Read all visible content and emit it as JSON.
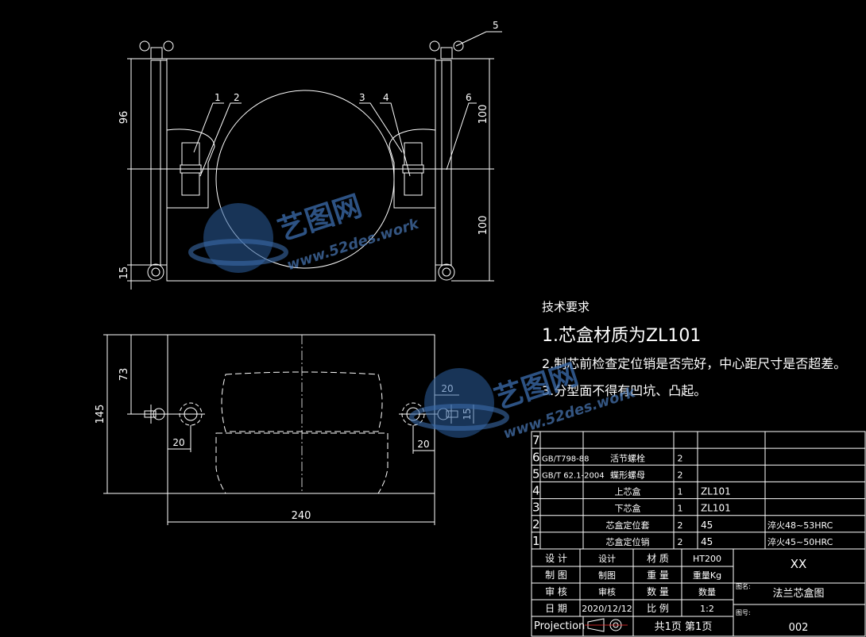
{
  "colors": {
    "background": "#000000",
    "lines": "#ffffff",
    "watermark": "#3a6aa8"
  },
  "top_view": {
    "part_numbers": [
      "1",
      "2",
      "3",
      "4",
      "5",
      "6"
    ],
    "dim_left_upper": "96",
    "dim_left_lower": "15",
    "dim_right_upper": "100",
    "dim_right_lower": "100"
  },
  "front_view": {
    "dim_height_total": "145",
    "dim_height_part": "73",
    "dim_width": "240",
    "dim_pin_left": "20",
    "dim_pin_right": "20",
    "dim_pin_right_top": "20",
    "dim_pin_right_side": "15"
  },
  "tech_requirements": {
    "title": "技术要求",
    "items": [
      "1.芯盒材质为ZL101",
      "2.制芯前检查定位销是否完好，中心距尺寸是否超差。",
      "3.分型面不得有凹坑、凸起。"
    ]
  },
  "bom": [
    {
      "no": "7",
      "code": "",
      "name": "",
      "qty": "",
      "material": "",
      "note": ""
    },
    {
      "no": "6",
      "code": "GB/T798-88",
      "name": "活节螺栓",
      "qty": "2",
      "material": "",
      "note": ""
    },
    {
      "no": "5",
      "code": "GB/T 62.1-2004",
      "name": "蝶形螺母",
      "qty": "2",
      "material": "",
      "note": ""
    },
    {
      "no": "4",
      "code": "",
      "name": "上芯盒",
      "qty": "1",
      "material": "ZL101",
      "note": ""
    },
    {
      "no": "3",
      "code": "",
      "name": "下芯盒",
      "qty": "1",
      "material": "ZL101",
      "note": ""
    },
    {
      "no": "2",
      "code": "",
      "name": "芯盒定位套",
      "qty": "2",
      "material": "45",
      "note": "淬火48~53HRC"
    },
    {
      "no": "1",
      "code": "",
      "name": "芯盒定位销",
      "qty": "2",
      "material": "45",
      "note": "淬火45~50HRC"
    }
  ],
  "title_block": {
    "rows": [
      {
        "label": "设 计",
        "value": "设计",
        "label2": "材 质",
        "value2": "HT200"
      },
      {
        "label": "制 图",
        "value": "制图",
        "label2": "重 量",
        "value2": "重量Kg"
      },
      {
        "label": "审 核",
        "value": "审核",
        "label2": "数 量",
        "value2": "数量"
      },
      {
        "label": "日 期",
        "value": "2020/12/12",
        "label2": "比 例",
        "value2": "1:2"
      }
    ],
    "company": "XX",
    "drawing_name_label": "图名:",
    "drawing_name": "法兰芯盒图",
    "drawing_no_label": "图号:",
    "drawing_no": "002",
    "projection_label": "Projection",
    "sheet_info": "共1页 第1页"
  },
  "watermark": {
    "brand": "艺图网",
    "url": "www.52des.work"
  }
}
